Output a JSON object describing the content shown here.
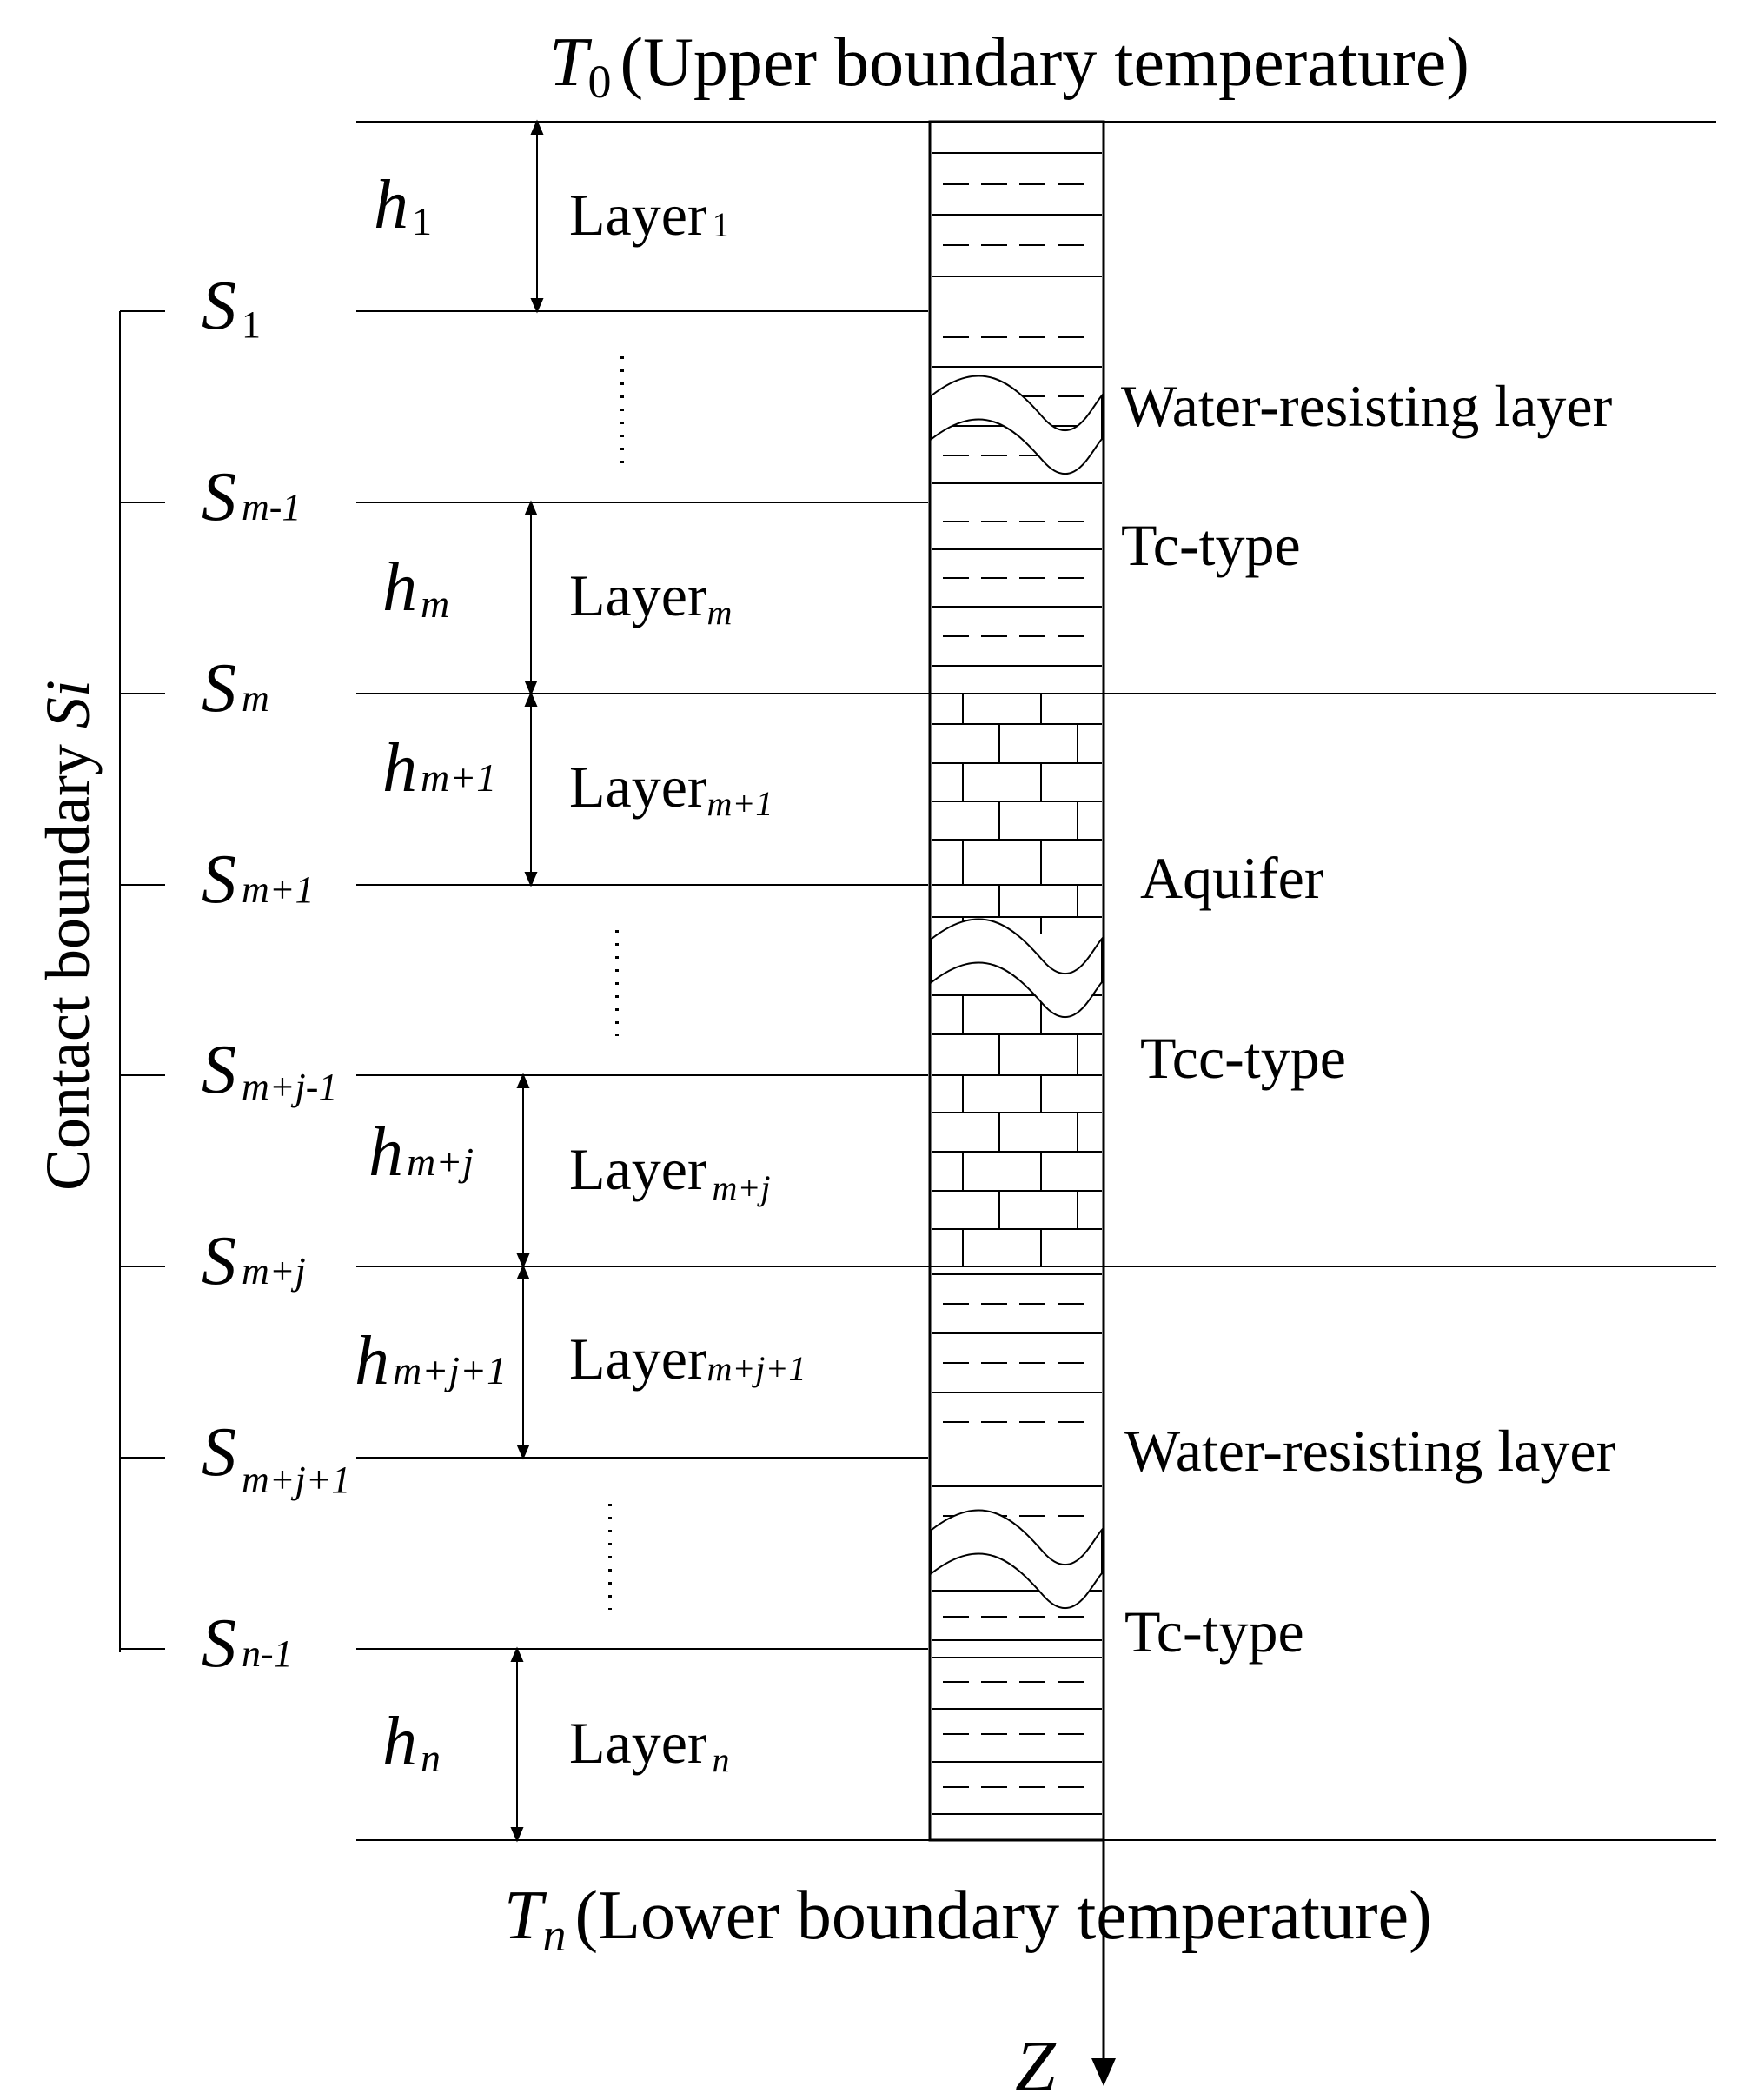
{
  "boundaries": {
    "upper": {
      "symbol": "T",
      "sub": "0",
      "text": "(Upper boundary temperature)"
    },
    "lower": {
      "symbol": "T",
      "sub": "n",
      "text": "(Lower boundary temperature)"
    }
  },
  "axis": {
    "label": "Z"
  },
  "contact_boundary": {
    "text": "Contact boundary ",
    "var": "Si"
  },
  "surfaces": [
    {
      "sub": "1"
    },
    {
      "sub": "m-1"
    },
    {
      "sub": "m"
    },
    {
      "sub": "m+1"
    },
    {
      "sub": "m+j-1"
    },
    {
      "sub": "m+j"
    },
    {
      "sub": "m+j+1"
    },
    {
      "sub": "n-1"
    }
  ],
  "layers": [
    {
      "h_sub": "1",
      "name": "Layer",
      "sub": "1"
    },
    {
      "h_sub": "m",
      "name": "Layer",
      "sub": "m"
    },
    {
      "h_sub": "m+1",
      "name": "Layer",
      "sub": "m+1"
    },
    {
      "h_sub": "m+j",
      "name": "Layer",
      "sub": "m+j"
    },
    {
      "h_sub": "m+j+1",
      "name": "Layer",
      "sub": "m+j+1"
    },
    {
      "h_sub": "n",
      "name": "Layer",
      "sub": "n"
    }
  ],
  "thickness_symbol": "h",
  "surface_symbol": "S",
  "zones": [
    {
      "title": "Water-resisting layer",
      "type": "Tc-type",
      "pattern": "dashed-mudstone"
    },
    {
      "title": "Aquifer",
      "type": "Tcc-type",
      "pattern": "brick-limestone"
    },
    {
      "title": "Water-resisting layer",
      "type": "Tc-type",
      "pattern": "dashed-mudstone"
    }
  ]
}
